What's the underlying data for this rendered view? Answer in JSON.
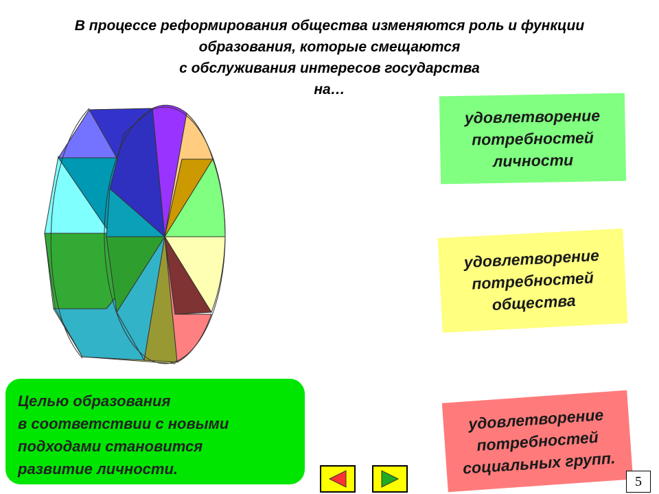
{
  "heading": {
    "lines": [
      "В процессе реформирования общества изменяются роль и функции",
      "образования, которые смещаются",
      "с обслуживания  интересов  государства",
      "на…"
    ]
  },
  "cards": {
    "personality": [
      "удовлетворение",
      "потребностей",
      "личности"
    ],
    "society": [
      "удовлетворение",
      "потребностей",
      "общества"
    ],
    "social_groups": [
      "удовлетворение",
      "потребностей",
      "социальных групп."
    ]
  },
  "goal": {
    "lines": [
      "Целью  образования",
      "в соответствии с новыми",
      "подходами становится",
      "развитие личности."
    ]
  },
  "nav": {
    "prev_icon": "triangle-left-icon",
    "next_icon": "triangle-right-icon"
  },
  "page_number": "5",
  "colors": {
    "card_green": "#80ff80",
    "card_yellow": "#ffff80",
    "card_red": "#ff7b7b",
    "goal_box": "#00e600",
    "nav_button": "#ffff00"
  }
}
